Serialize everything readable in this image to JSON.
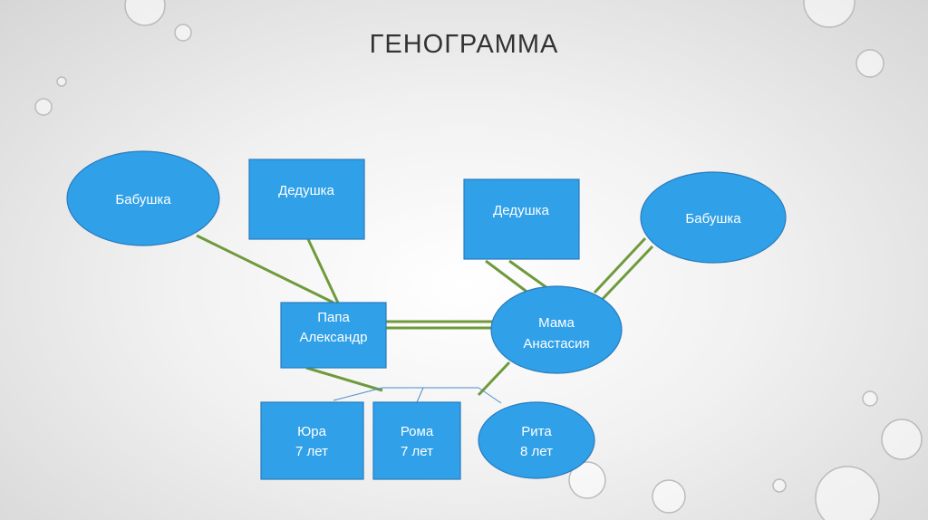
{
  "title": "ГЕНОГРАММА",
  "nodes": {
    "grandma_left": "Бабушка",
    "grandpa_left": "Дедушка",
    "grandpa_right": "Дедушка",
    "grandma_right": "Бабушка",
    "papa": [
      "Папа",
      "Александр"
    ],
    "mama": [
      "Мама",
      "Анастасия"
    ],
    "yura": [
      "Юра",
      "7 лет"
    ],
    "roma": [
      "Рома",
      "7 лет"
    ],
    "rita": [
      "Рита",
      "8 лет"
    ]
  },
  "colors": {
    "node": "#30a0e8",
    "link": "#6f9a3c",
    "child_link": "#4a8cc8"
  }
}
